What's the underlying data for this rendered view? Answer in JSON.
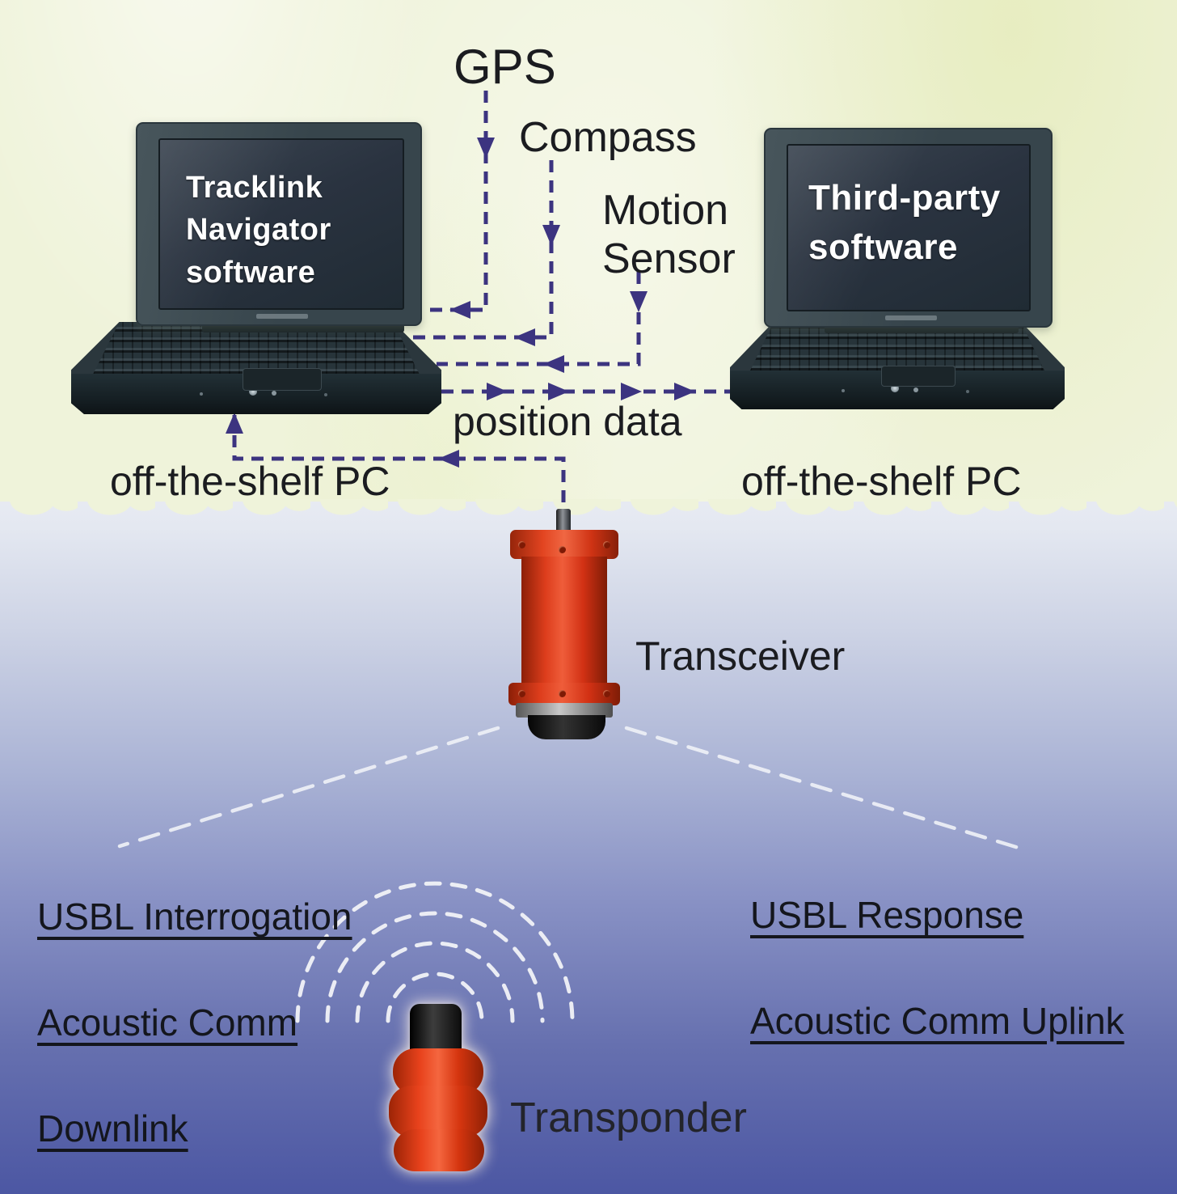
{
  "title": "USBL acoustic tracking system diagram",
  "colors": {
    "sky": "#eff3da",
    "sea_top": "#edeff5",
    "sea_bottom": "#4c57a3",
    "connector": "#3c3480",
    "device_red": "#dd3d1c",
    "text": "#1b1c20",
    "screen_text": "#ffffff",
    "wave_white": "#eef0f6"
  },
  "labels": {
    "gps": "GPS",
    "compass": "Compass",
    "motion_sensor": "Motion\nSensor",
    "position_data": "position data",
    "transceiver": "Transceiver",
    "transponder": "Transponder",
    "usbl_left_line1": "USBL Interrogation",
    "usbl_left_line2": "Acoustic Comm",
    "usbl_left_line3": "Downlink",
    "usbl_right_line1": "USBL Response",
    "usbl_right_line2": "Acoustic Comm Uplink"
  },
  "laptops": {
    "left": {
      "screen_line1": "Tracklink",
      "screen_line2": "Navigator",
      "screen_line3": "software",
      "caption": "off-the-shelf PC"
    },
    "right": {
      "screen_line1": "Third-party",
      "screen_line2": "software",
      "caption": "off-the-shelf PC"
    }
  },
  "connections": [
    {
      "from": "GPS",
      "to": "Tracklink Navigator PC",
      "style": "dashed-purple"
    },
    {
      "from": "Compass",
      "to": "Tracklink Navigator PC",
      "style": "dashed-purple"
    },
    {
      "from": "Motion Sensor",
      "to": "Tracklink Navigator PC",
      "style": "dashed-purple"
    },
    {
      "from": "Tracklink Navigator PC",
      "to": "Third-party software PC",
      "label": "position data",
      "style": "dashed-purple"
    },
    {
      "from": "Transceiver",
      "to": "Tracklink Navigator PC",
      "style": "dashed-purple"
    },
    {
      "from": "Transceiver",
      "to": "Transponder",
      "label": "USBL Interrogation Acoustic Comm Downlink",
      "style": "dashed-white"
    },
    {
      "from": "Transponder",
      "to": "Transceiver",
      "label": "USBL Response Acoustic Comm Uplink",
      "style": "dashed-white"
    }
  ]
}
